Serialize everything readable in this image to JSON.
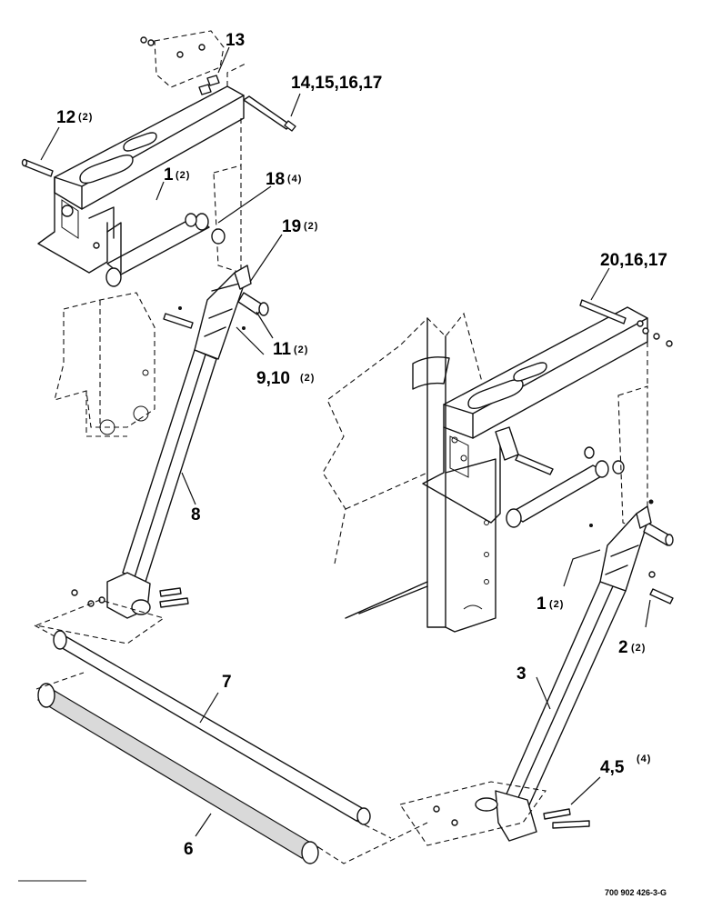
{
  "figure_code": "700 902 426-3-G",
  "callouts": {
    "c13": {
      "label": "13",
      "qty": ""
    },
    "c14": {
      "label": "14,15,16,17",
      "qty": ""
    },
    "c12": {
      "label": "12",
      "qty": "(2)"
    },
    "c1a": {
      "label": "1",
      "qty": "(2)"
    },
    "c18": {
      "label": "18",
      "qty": "(4)"
    },
    "c19": {
      "label": "19",
      "qty": "(2)"
    },
    "c11": {
      "label": "11",
      "qty": "(2)"
    },
    "c9": {
      "label": "9,10",
      "qty": "(2)"
    },
    "c8": {
      "label": "8",
      "qty": ""
    },
    "c20": {
      "label": "20,16,17",
      "qty": ""
    },
    "c1b": {
      "label": "1",
      "qty": "(2)"
    },
    "c2": {
      "label": "2",
      "qty": "(2)"
    },
    "c3": {
      "label": "3",
      "qty": ""
    },
    "c7": {
      "label": "7",
      "qty": ""
    },
    "c4": {
      "label": "4,5",
      "qty": "(4)"
    },
    "c6": {
      "label": "6",
      "qty": ""
    }
  }
}
